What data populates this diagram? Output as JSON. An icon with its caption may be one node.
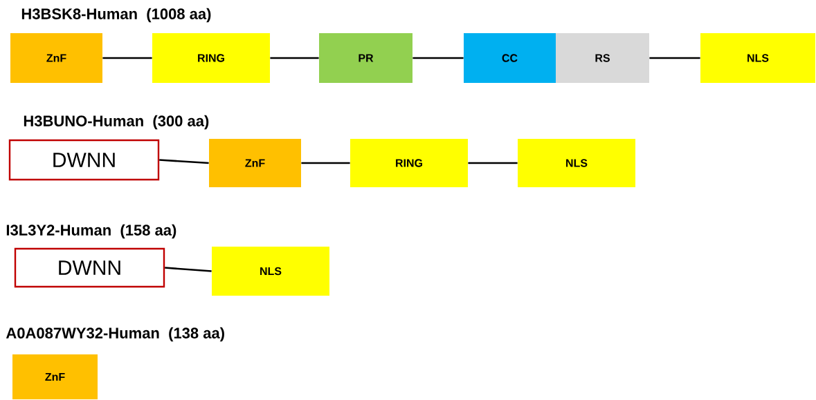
{
  "diagram": {
    "nodes": [
      {
        "text": [
          "ZnF"
        ]
      },
      {
        "text": [
          "RING"
        ]
      },
      {
        "text": [
          "PR"
        ]
      },
      {
        "text": [
          "CC"
        ]
      },
      {
        "text": [
          "RS"
        ]
      },
      {
        "text": [
          "NLS"
        ]
      },
      {
        "text": [
          "DWNN"
        ]
      },
      {
        "text": [
          "ZnF"
        ]
      },
      {
        "text": [
          "RING"
        ]
      },
      {
        "text": [
          "NLS"
        ]
      },
      {
        "text": [
          "DWNN"
        ]
      },
      {
        "text": [
          "NLS"
        ]
      },
      {
        "text": [
          "ZnF"
        ]
      }
    ],
    "edges": [
      {
        "from": 0,
        "to": 1,
        "arrow": "none"
      },
      {
        "from": 1,
        "to": 2,
        "arrow": "none"
      },
      {
        "from": 2,
        "to": 3,
        "arrow": "none"
      },
      {
        "from": 4,
        "to": 5,
        "arrow": "none"
      },
      {
        "from": 6,
        "to": 7,
        "arrow": "none"
      },
      {
        "from": 7,
        "to": 8,
        "arrow": "none"
      },
      {
        "from": 8,
        "to": 9,
        "arrow": "none"
      },
      {
        "from": 10,
        "to": 11,
        "arrow": "none"
      }
    ],
    "labels": [
      "H3BSK8-Human  (1008 aa)",
      "H3BUNO-Human  (300 aa)",
      "I3L3Y2-Human  (158 aa)",
      "A0A087WY32-Human   (138 aa)"
    ]
  }
}
